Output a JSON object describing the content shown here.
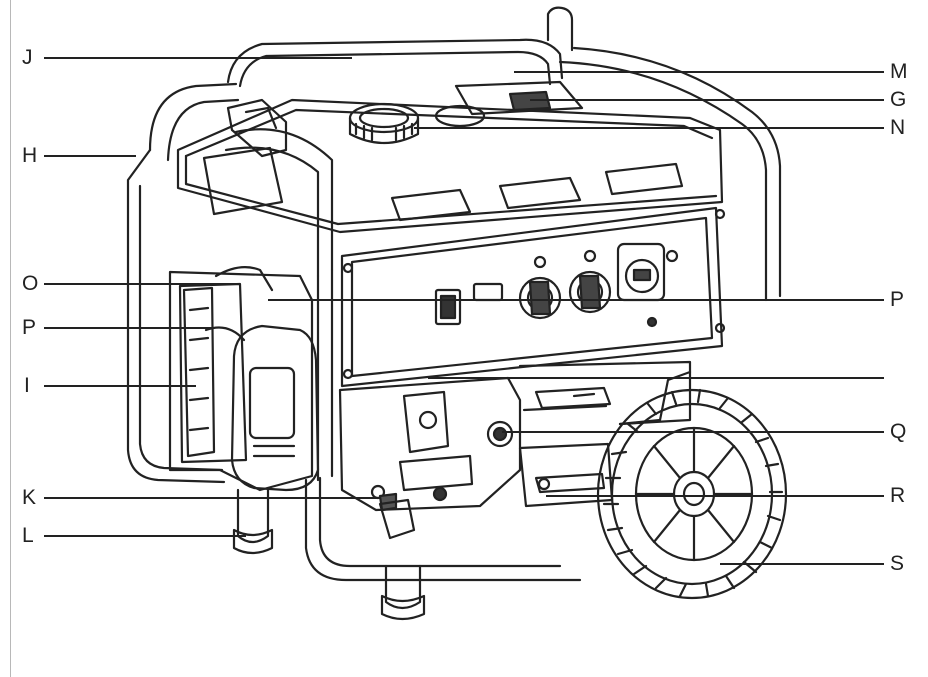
{
  "colors": {
    "ink": "#222222",
    "frame": "#b8b8b8",
    "background": "#ffffff"
  },
  "callouts": {
    "left": [
      "J",
      "H",
      "O",
      "P",
      "I",
      "K",
      "L"
    ],
    "right": [
      "M",
      "G",
      "N",
      "P",
      "Q",
      "R",
      "S"
    ]
  }
}
